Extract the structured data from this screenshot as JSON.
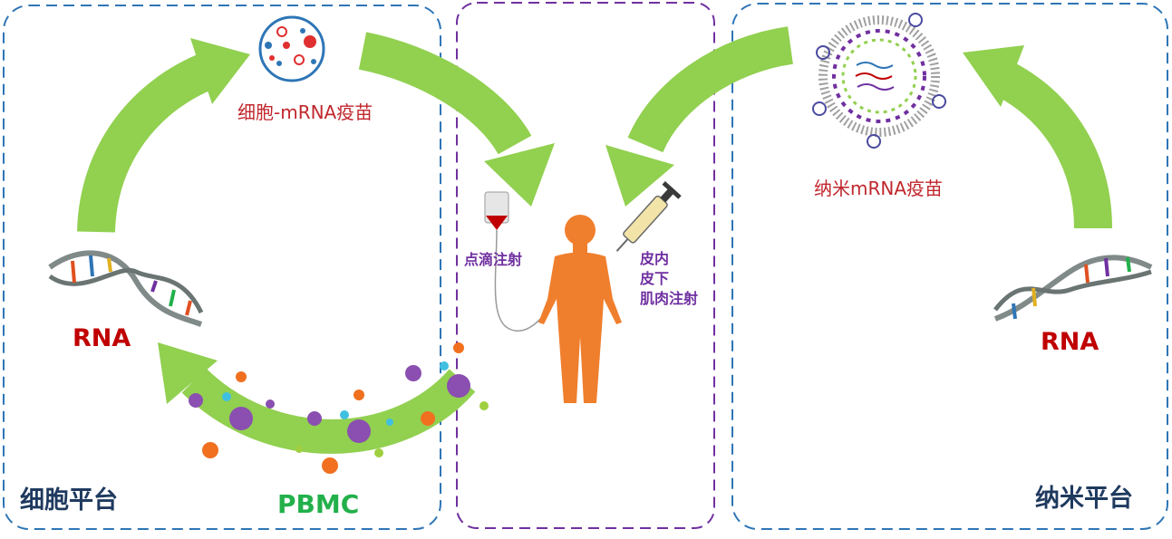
{
  "labels": {
    "cell_vaccine": "细胞-mRNA疫苗",
    "nano_vaccine": "纳米mRNA疫苗",
    "rna_left": "RNA",
    "rna_right": "RNA",
    "pbmc": "PBMC",
    "cell_platform": "细胞平台",
    "nano_platform": "纳米平台",
    "iv_route": "点滴注射",
    "injection_routes": [
      "皮内",
      "皮下",
      "肌肉注射"
    ]
  },
  "colors": {
    "arrow_green": "#92d050",
    "panel_border_blue": "#2e75b6",
    "panel_border_purple": "#7030a0",
    "human_orange": "#f07f2d",
    "label_red": "#c00000",
    "platform_navy": "#1f3a5f",
    "pbmc_green": "#22b04b",
    "route_purple": "#7030a0"
  },
  "icons": {
    "cell_vaccine": "cell-vaccine-icon",
    "nano_vaccine": "lipid-nanoparticle-icon",
    "rna": "rna-helix-icon",
    "iv": "iv-drip-bag-icon",
    "syringe": "syringe-icon",
    "human": "human-figure-icon",
    "pbmc": "pbmc-cells-icon"
  }
}
